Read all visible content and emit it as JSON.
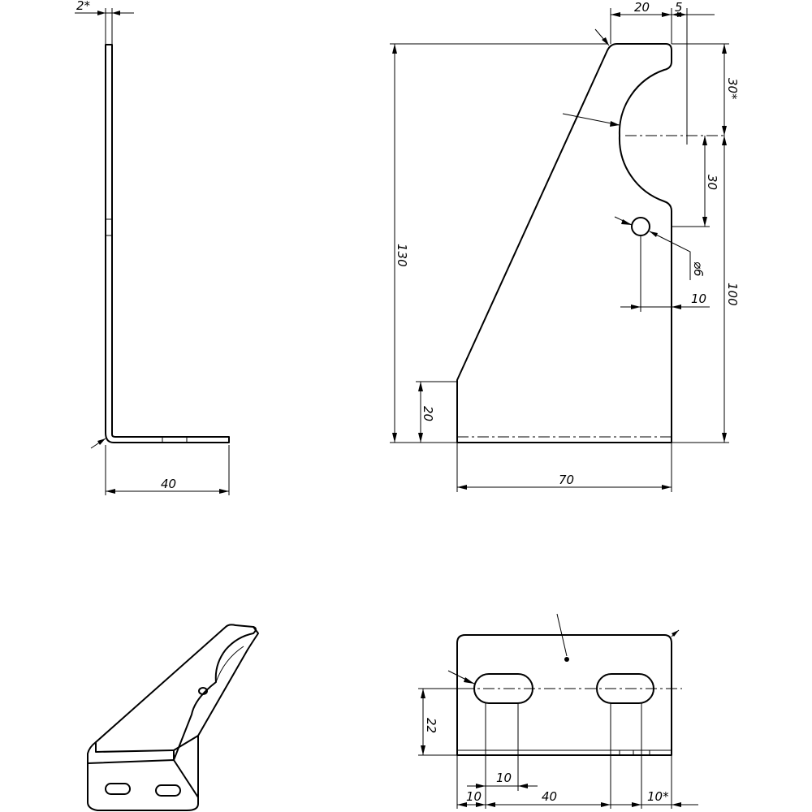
{
  "drawing": {
    "side_view": {
      "thickness_label": "2*",
      "flange_length_label": "40"
    },
    "front_view": {
      "cutout_width_label": "20",
      "edge_offset_label": "5",
      "top_to_center_label": "30*",
      "cutout_radius_label": "30",
      "total_height_label": "130",
      "center_height_label": "100",
      "hole_diameter_label": "⌀6",
      "hole_offset_label": "10",
      "base_height_label": "20",
      "base_width_label": "70"
    },
    "bottom_view": {
      "slot_height_label": "22",
      "slot_width_label": "10",
      "left_margin_label": "10",
      "slot_spacing_label": "40",
      "right_margin_label": "10*"
    }
  }
}
